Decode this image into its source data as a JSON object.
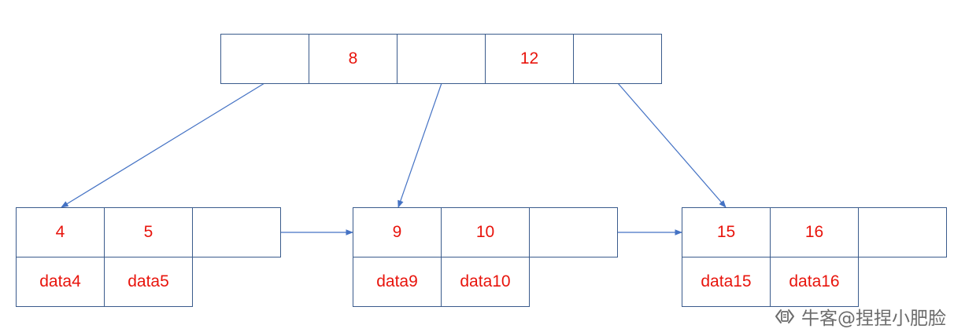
{
  "colors": {
    "border": "#3a5b8c",
    "text": "#e8140c",
    "arrow": "#4472c4",
    "watermark": "#6b6b6b"
  },
  "root": {
    "keys": [
      "",
      "8",
      "",
      "12",
      ""
    ]
  },
  "leaves": [
    {
      "keys": [
        "4",
        "5",
        ""
      ],
      "data": [
        "data4",
        "data5"
      ]
    },
    {
      "keys": [
        "9",
        "10",
        ""
      ],
      "data": [
        "data9",
        "data10"
      ]
    },
    {
      "keys": [
        "15",
        "16",
        ""
      ],
      "data": [
        "data15",
        "data16"
      ]
    }
  ],
  "watermark": {
    "text": "牛客@捏捏小肥脸",
    "icon": "niuke-logo-icon"
  }
}
